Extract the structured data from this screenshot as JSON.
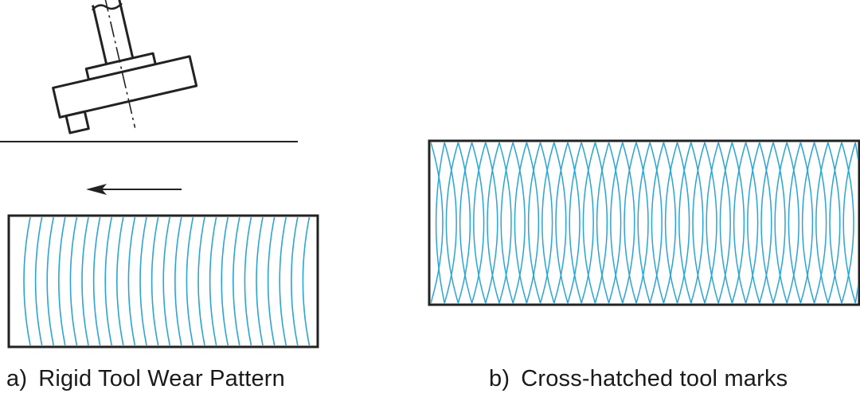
{
  "figure": {
    "panel_a": {
      "letter": "a)",
      "caption": "Rigid Tool Wear Pattern",
      "line_color": "#29a6d4",
      "outline_color": "#222222",
      "tool_icon": "face-mill-cutter-icon",
      "feed_arrow_icon": "arrow-left-icon"
    },
    "panel_b": {
      "letter": "b)",
      "caption": "Cross-hatched tool marks",
      "line_color": "#29a6d4",
      "outline_color": "#222222"
    }
  }
}
